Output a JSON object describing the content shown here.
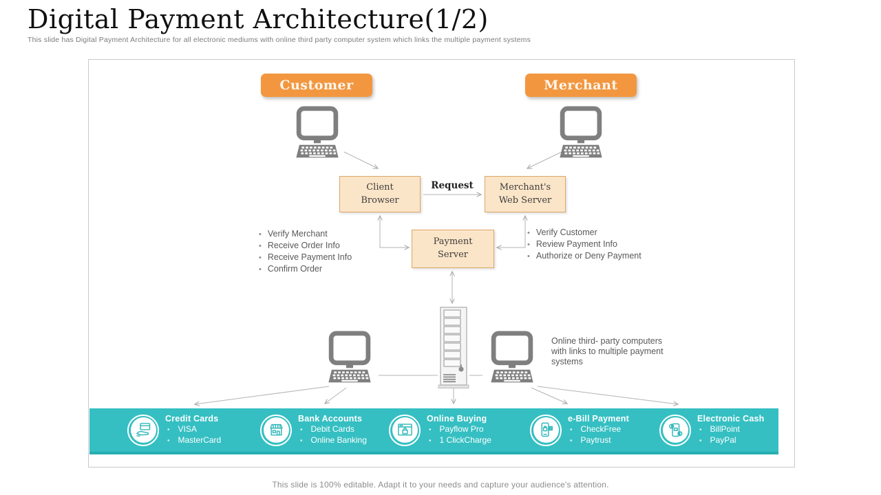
{
  "slide": {
    "title": "Digital Payment Architecture(1/2)",
    "subtitle": "This slide has Digital Payment Architecture for all electronic mediums with online third party computer system which links the multiple payment systems",
    "footer": "This slide is 100% editable. Adapt it to your needs and capture your audience's attention."
  },
  "colors": {
    "accent_orange": "#f2973f",
    "teal": "#35bfc2",
    "box_fill": "#fbe5c8",
    "box_border": "#dca567",
    "device_gray": "#7f7f7f",
    "connector_gray": "#b2afaf",
    "body_text_gray": "#595959"
  },
  "diagram": {
    "customer_label": "Customer",
    "merchant_label": "Merchant",
    "client_browser": "Client Browser",
    "merchant_web_server": "Merchant's Web Server",
    "payment_server": "Payment Server",
    "request_label": "Request",
    "customer_actions": [
      "Verify Merchant",
      "Receive Order Info",
      "Receive Payment Info",
      "Confirm Order"
    ],
    "merchant_actions": [
      "Verify Customer",
      "Review Payment Info",
      "Authorize or Deny Payment"
    ],
    "third_party_note": "Online third- party computers with links to multiple payment systems"
  },
  "payment_systems": [
    {
      "icon": "credit-card-hand-icon",
      "title": "Credit Cards",
      "items": [
        "VISA",
        "MasterCard"
      ]
    },
    {
      "icon": "bank-building-icon",
      "title": "Bank Accounts",
      "items": [
        "Debit Cards",
        "Online Banking"
      ]
    },
    {
      "icon": "browser-cart-icon",
      "title": "Online Buying",
      "items": [
        "Payflow Pro",
        "1 ClickCharge"
      ]
    },
    {
      "icon": "mobile-bill-icon",
      "title": "e-Bill Payment",
      "items": [
        "CheckFree",
        "Paytrust"
      ]
    },
    {
      "icon": "mobile-cash-icon",
      "title": "Electronic Cash",
      "items": [
        "BillPoint",
        "PayPal"
      ]
    }
  ]
}
